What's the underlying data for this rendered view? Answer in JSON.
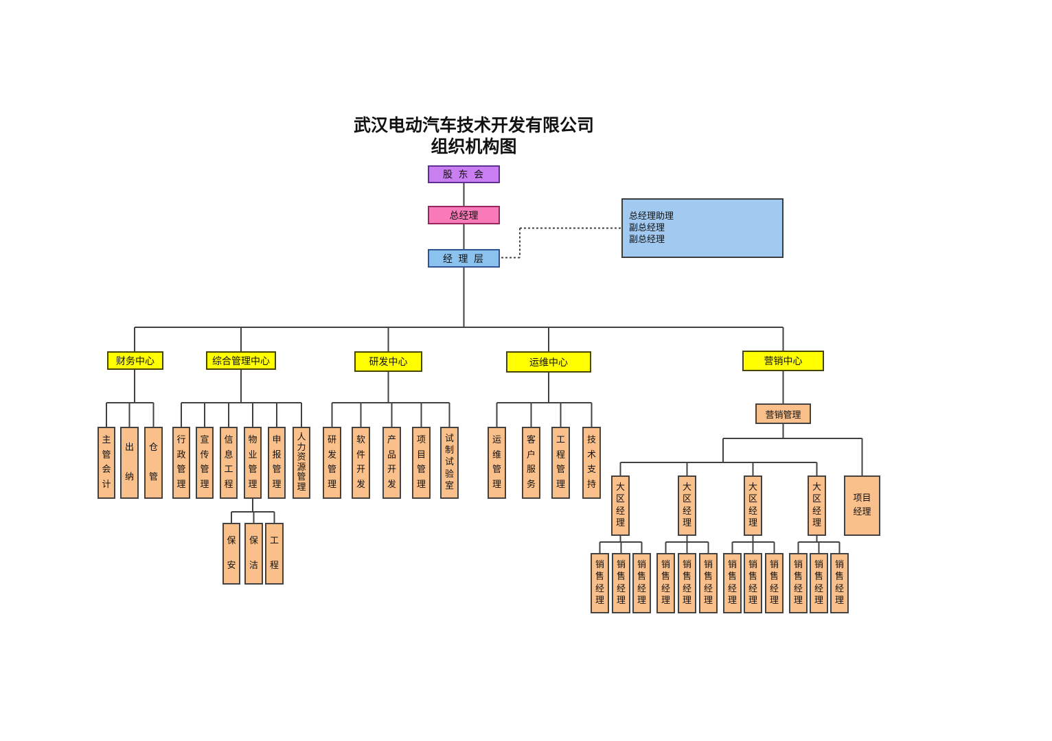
{
  "title": {
    "line1": "武汉电动汽车技术开发有限公司",
    "line2": "组织机构图"
  },
  "colors": {
    "purple": "#c97ef2",
    "purple_border": "#5e2e92",
    "pink": "#f87ab8",
    "pink_border": "#93275e",
    "blue": "#8cc2ee",
    "blue_border": "#2f5496",
    "assist_blue": "#a2c9f0",
    "assist_border": "#3b3b3b",
    "yellow": "#ffff00",
    "yellow_border": "#454500",
    "orange": "#f9c08b",
    "orange_border": "#424242",
    "line": "#404040"
  },
  "nodes": {
    "shareholders": "股 东 会",
    "general_manager": "总经理",
    "manager_level": "经 理 层",
    "assistants": [
      "总经理助理",
      "副总经理",
      "副总经理"
    ],
    "centers": {
      "finance": "财务中心",
      "comprehensive": "综合管理中心",
      "rd": "研发中心",
      "ops": "运维中心",
      "marketing": "营销中心"
    },
    "finance_children": [
      "主管会计",
      "出纳",
      "仓管"
    ],
    "comprehensive_children": [
      "行政管理",
      "宣传管理",
      "信息工程",
      "物业管理",
      "申报管理",
      "人力资源管理"
    ],
    "property_children": [
      "保安",
      "保洁",
      "工程"
    ],
    "rd_children": [
      "研发管理",
      "软件开发",
      "产品开发",
      "项目管理",
      "试制试验室"
    ],
    "ops_children": [
      "运维管理",
      "客户服务",
      "工程管理",
      "技术支持"
    ],
    "marketing_management": "营销管理",
    "region_managers": [
      "大区经理",
      "大区经理",
      "大区经理",
      "大区经理"
    ],
    "project_manager": "项目\n经理",
    "sales_managers": [
      "销售经理",
      "销售经理",
      "销售经理",
      "销售经理",
      "销售经理",
      "销售经理",
      "销售经理",
      "销售经理",
      "销售经理",
      "销售经理",
      "销售经理",
      "销售经理"
    ]
  }
}
